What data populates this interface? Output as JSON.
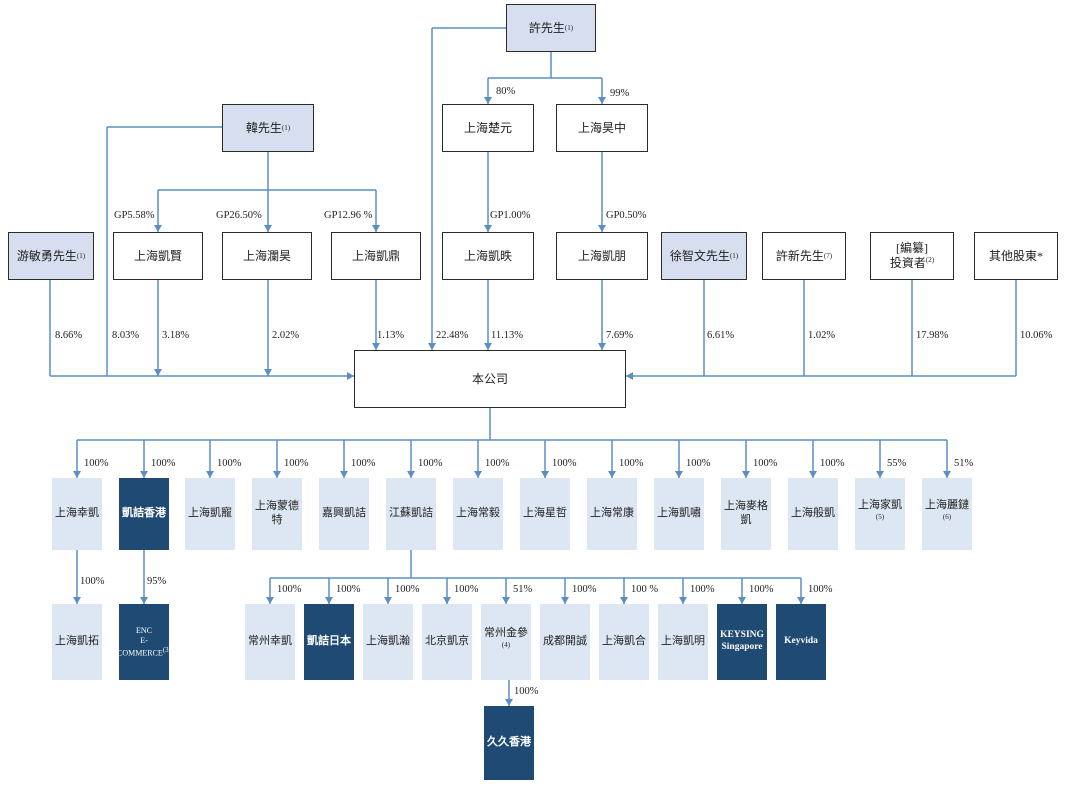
{
  "nodes": {
    "mr_xu": "許先生",
    "mr_xu_note": "(1)",
    "mr_han": "韓先生",
    "mr_han_note": "(1)",
    "mr_you": "游敏勇先生",
    "mr_you_note": "(1)",
    "sh_kaixian": "上海凱賢",
    "sh_lanhao": "上海瀾昊",
    "sh_kaiding": "上海凱鼎",
    "sh_chuyuan": "上海楚元",
    "sh_haozhong": "上海昊中",
    "sh_kaiwo": "上海凱昳",
    "sh_kaipeng": "上海凱朋",
    "mr_xuzhiwen": "徐智文先生",
    "mr_xuzhiwen_note": "(1)",
    "mr_xuxin": "許新先生",
    "mr_xuxin_note": "(7)",
    "investors_line1": "[編纂]",
    "investors_line2": "投資者",
    "investors_note": "(2)",
    "other_shareholders": "其他股東*",
    "company": "本公司",
    "subsidiaries": [
      {
        "name": "上海幸凱",
        "pct": "100%",
        "style": "light",
        "note": ""
      },
      {
        "name": "凱詰香港",
        "pct": "100%",
        "style": "dark",
        "note": ""
      },
      {
        "name": "上海凱寵",
        "pct": "100%",
        "style": "light",
        "note": ""
      },
      {
        "name": "上海蒙德特",
        "pct": "100%",
        "style": "light",
        "note": ""
      },
      {
        "name": "嘉興凱詰",
        "pct": "100%",
        "style": "light",
        "note": ""
      },
      {
        "name": "江蘇凱詰",
        "pct": "100%",
        "style": "light",
        "note": ""
      },
      {
        "name": "上海常毅",
        "pct": "100%",
        "style": "light",
        "note": ""
      },
      {
        "name": "上海星哲",
        "pct": "100%",
        "style": "light",
        "note": ""
      },
      {
        "name": "上海常康",
        "pct": "100%",
        "style": "light",
        "note": ""
      },
      {
        "name": "上海凱嘯",
        "pct": "100%",
        "style": "light",
        "note": ""
      },
      {
        "name": "上海麥格凱",
        "pct": "100%",
        "style": "light",
        "note": ""
      },
      {
        "name": "上海般凱",
        "pct": "100%",
        "style": "light",
        "note": ""
      },
      {
        "name": "上海家凱",
        "pct": "55%",
        "style": "light",
        "note": "(5)"
      },
      {
        "name": "上海麗鏈",
        "pct": "51%",
        "style": "light",
        "note": "(6)"
      }
    ],
    "sh_kaituo": "上海凱拓",
    "enc_line1": "ENC",
    "enc_line2": "E-COMMERCE",
    "enc_note": "(3)",
    "jiangsu_subs": [
      {
        "name": "常州幸凱",
        "pct": "100%",
        "style": "light",
        "note": ""
      },
      {
        "name": "凱詰日本",
        "pct": "100%",
        "style": "dark",
        "note": ""
      },
      {
        "name": "上海凱瀚",
        "pct": "100%",
        "style": "light",
        "note": ""
      },
      {
        "name": "北京凱京",
        "pct": "100%",
        "style": "light",
        "note": ""
      },
      {
        "name": "常州金參",
        "pct": "51%",
        "style": "light",
        "note": "(4)"
      },
      {
        "name": "成都開誠",
        "pct": "100%",
        "style": "light",
        "note": ""
      },
      {
        "name": "上海凱合",
        "pct": "100 %",
        "style": "light",
        "note": ""
      },
      {
        "name": "上海凱明",
        "pct": "100%",
        "style": "light",
        "note": ""
      },
      {
        "name": "KEYSING Singapore",
        "pct": "100%",
        "style": "dark",
        "note": ""
      },
      {
        "name": "Keyvida",
        "pct": "100%",
        "style": "dark",
        "note": ""
      }
    ],
    "jiujiu_hk": "久久香港"
  },
  "labels": {
    "xu_chuyuan": "80%",
    "xu_haozhong": "99%",
    "han_kaixian": "GP5.58%",
    "han_lanhao": "GP26.50%",
    "han_kaiding": "GP12.96 %",
    "chuyuan_kaiwo": "GP1.00%",
    "haozhong_kaipeng": "GP0.50%",
    "you_company": "8.66%",
    "han_company": "8.03%",
    "kaixian_company": "3.18%",
    "lanhao_company": "2.02%",
    "kaiding_company": "1.13%",
    "xu_company": "22.48%",
    "kaiwo_company": "11.13%",
    "kaipeng_company": "7.69%",
    "xuzhiwen_company": "6.61%",
    "xuxin_company": "1.02%",
    "investors_company": "17.98%",
    "others_company": "10.06%",
    "xingkai_kaituo": "100%",
    "hk_enc": "95%",
    "jinshen_jiujiu": "100%"
  },
  "colors": {
    "line": "#5b8fc4",
    "shareholder_fill": "#d6deef",
    "subsidiary_fill": "#dde7f3",
    "highlight_fill": "#1f4a74"
  }
}
